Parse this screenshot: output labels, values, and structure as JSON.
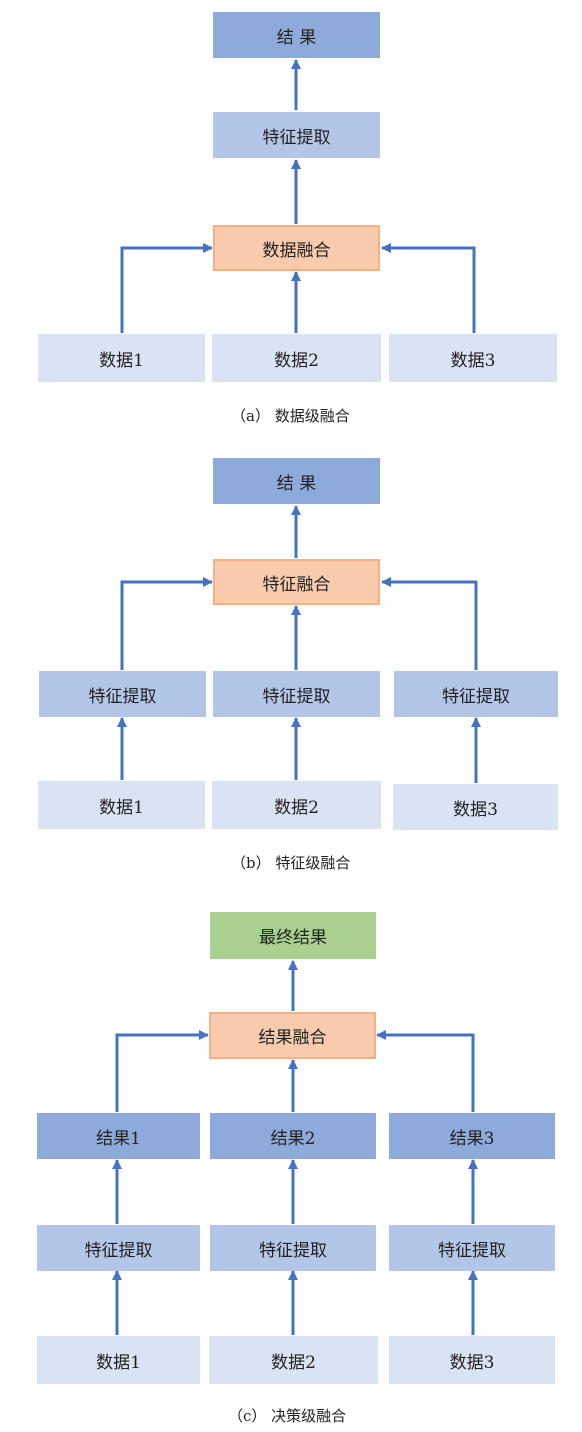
{
  "colors": {
    "arrow": "#4472c4",
    "result_box": "#8eaadb",
    "feature_box": "#b4c6e7",
    "data_box": "#dae3f3",
    "fusion_box": "#f8cbad",
    "fusion_border": "#f4b183",
    "final_box": "#a9d08e"
  },
  "panel_a": {
    "result": "结 果",
    "feature": "特征提取",
    "fusion": "数据融合",
    "data": [
      "数据1",
      "数据2",
      "数据3"
    ],
    "caption": "（a） 数据级融合"
  },
  "panel_b": {
    "result": "结 果",
    "fusion": "特征融合",
    "features": [
      "特征提取",
      "特征提取",
      "特征提取"
    ],
    "data": [
      "数据1",
      "数据2",
      "数据3"
    ],
    "caption": "（b） 特征级融合"
  },
  "panel_c": {
    "final": "最终结果",
    "fusion": "结果融合",
    "results": [
      "结果1",
      "结果2",
      "结果3"
    ],
    "features": [
      "特征提取",
      "特征提取",
      "特征提取"
    ],
    "data": [
      "数据1",
      "数据2",
      "数据3"
    ],
    "caption": "（c） 决策级融合"
  }
}
